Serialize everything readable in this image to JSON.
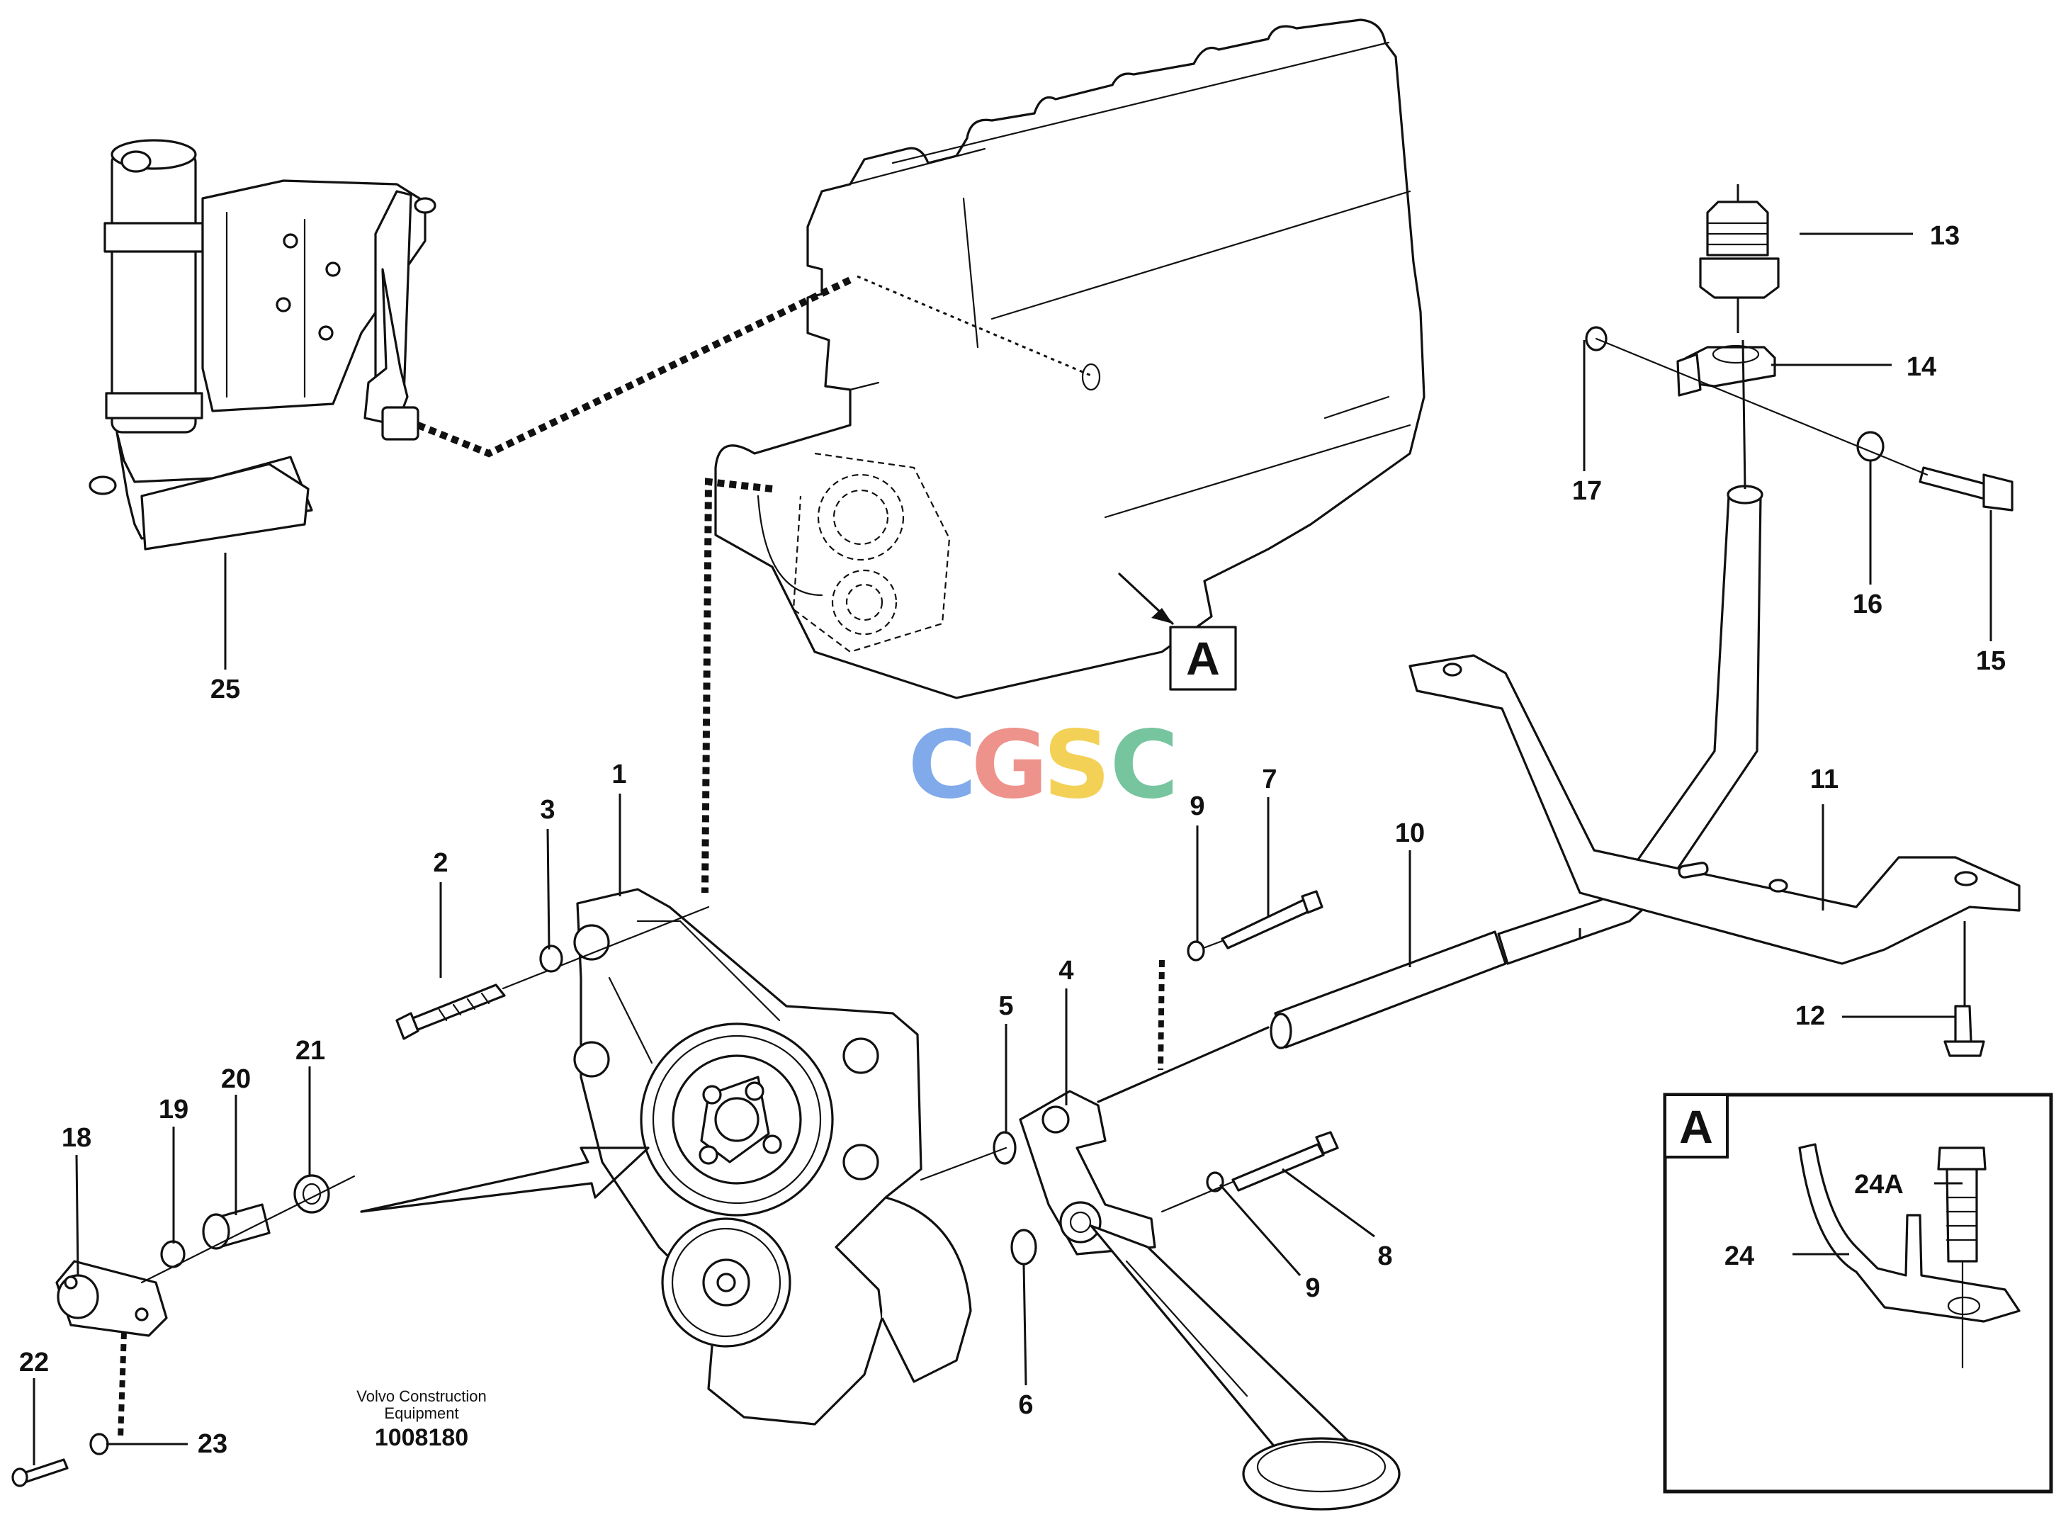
{
  "figure": {
    "part_labels": [
      "1",
      "2",
      "3",
      "4",
      "5",
      "6",
      "7",
      "8",
      "9",
      "9",
      "10",
      "11",
      "12",
      "13",
      "14",
      "15",
      "16",
      "17",
      "18",
      "19",
      "20",
      "21",
      "22",
      "23",
      "24",
      "24A",
      "25"
    ],
    "view_marker": "A",
    "inset_label": "A",
    "footer_company": "Volvo Construction",
    "footer_company_line2": "Equipment",
    "footer_number": "1008180"
  },
  "watermark": {
    "letters": [
      "C",
      "G",
      "S",
      "C"
    ],
    "colors": [
      "#7aa6e8",
      "#ee8d86",
      "#f3cf4e",
      "#6fc29a"
    ]
  }
}
